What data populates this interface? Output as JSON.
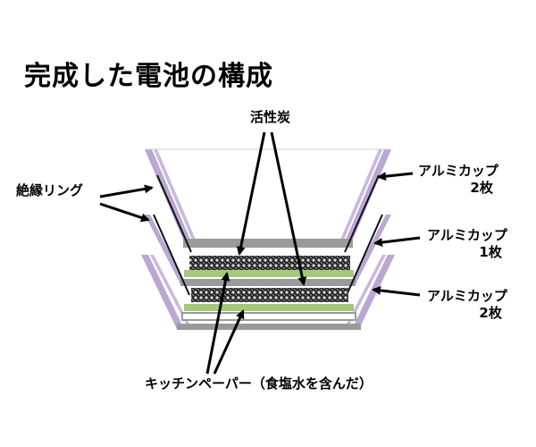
{
  "title": "完成した電池の構成",
  "labels": {
    "activated_carbon": "活性炭",
    "insulating_ring": "絶縁リング",
    "paper": "キッチンペーパー（食塩水を含んだ）",
    "cup_top": {
      "name": "アルミカップ",
      "count": "2枚"
    },
    "cup_middle": {
      "name": "アルミカップ",
      "count": "1枚"
    },
    "cup_bottom": {
      "name": "アルミカップ",
      "count": "2枚"
    }
  },
  "colors": {
    "aluminum": "#b9a7d4",
    "aluminum_edge": "#8f7fb0",
    "aluminum_base": "#9a9a9a",
    "paper": "#a5c97a",
    "carbon_dark": "#2a2a2a",
    "carbon_light": "#d9d9d9",
    "ring": "#111111",
    "arrow": "#000000"
  }
}
